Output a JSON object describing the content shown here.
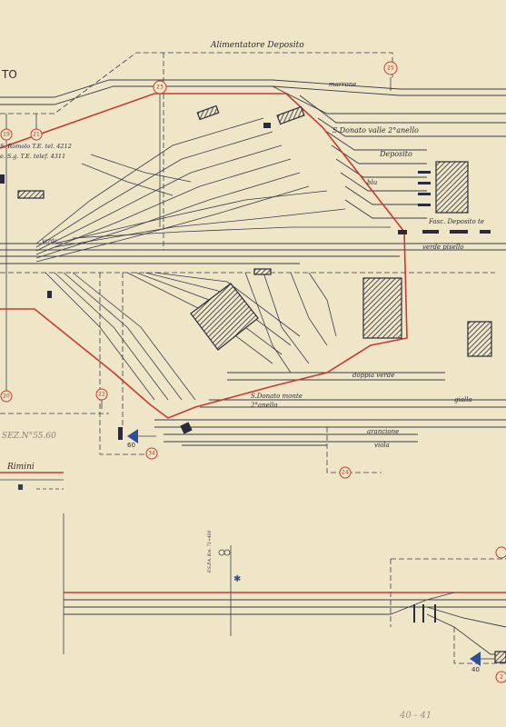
{
  "labels": {
    "alimentatore": "Alimentatore Deposito",
    "corner": "TO",
    "marrone": "marrone",
    "sdonato_valle": "S.Donato valle 2°anello",
    "deposito": "Deposito",
    "fascio_deposito": "Fasc. Deposito te",
    "blu": "blu",
    "verde_pisello": "verde pisello",
    "verde": "verde",
    "sromolo": "S. Romolo T.E. tel. 4212",
    "sg_te": "e. S.g. T.E. telef. 4311",
    "doppia_verde": "doppia verde",
    "gialla": "gialla",
    "sdonato_monte": "S.Donato monte",
    "anello2": "2°anello",
    "arancione": "arancione",
    "viola": "viola",
    "sez": "SEZ.N°55.60",
    "rimini": "Rimini",
    "num60": "60",
    "num40": "40",
    "kilometric": "F.S.P.A. Km. 71+400",
    "sheet_num": "40 - 41"
  },
  "circles": [
    "25",
    "23",
    "19",
    "21",
    "20",
    "22",
    "34",
    "24",
    "2"
  ],
  "colors": {
    "paper": "#efe6c8",
    "ink": "#3a3b4c",
    "red": "#c83a34",
    "blue": "#2f4f9a"
  }
}
